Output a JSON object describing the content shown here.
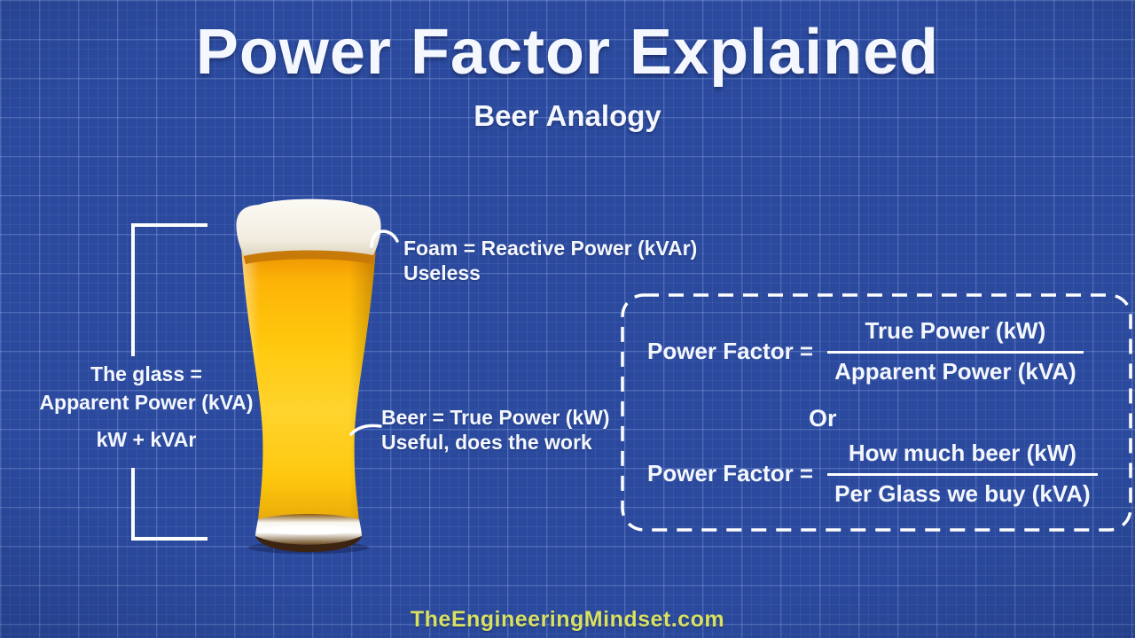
{
  "header": {
    "title": "Power Factor Explained",
    "subtitle": "Beer Analogy"
  },
  "foam_label": {
    "line1": "Foam = Reactive Power (kVAr)",
    "line2": "Useless"
  },
  "beer_label": {
    "line1": "Beer = True Power (kW)",
    "line2": "Useful, does the work"
  },
  "glass_annotation": {
    "line1": "The glass =",
    "line2": "Apparent Power (kVA)",
    "line3": "kW + kVAr"
  },
  "formula_box": {
    "formula1": {
      "lhs": "Power Factor =",
      "numerator": "True Power (kW)",
      "denominator": "Apparent Power (kVA)"
    },
    "or_text": "Or",
    "formula2": {
      "lhs": "Power Factor =",
      "numerator": "How much beer (kW)",
      "denominator": "Per Glass we buy (kVA)"
    }
  },
  "footer": {
    "site": "TheEngineeringMindset.com"
  },
  "colors": {
    "background": "#2b4a9e",
    "background_edge": "#13255a",
    "text": "#f4f7fd",
    "footer_text": "#d8e162",
    "beer_gold": "#ffc90e",
    "beer_orange": "#ee9703",
    "foam": "#f1ecdf"
  }
}
